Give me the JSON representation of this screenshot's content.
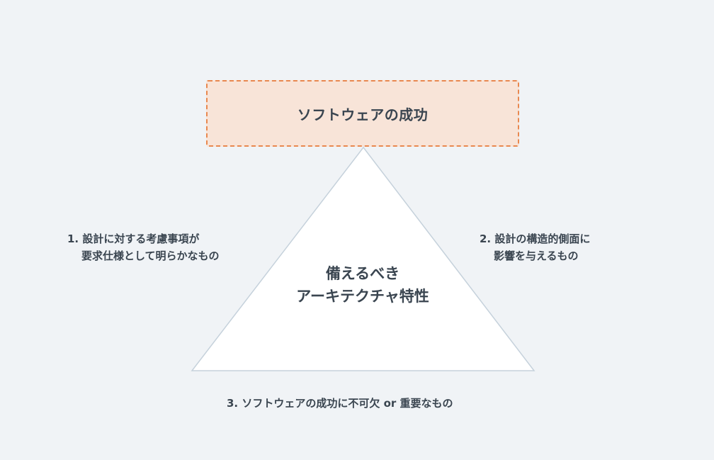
{
  "goal": {
    "label": "ソフトウェアの成功"
  },
  "center": {
    "line1": "備えるべき",
    "line2": "アーキテクチャ特性"
  },
  "notes": {
    "note1": {
      "line1": "1. 設計に対する考慮事項が",
      "line2": "要求仕様として明らかなもの"
    },
    "note2": {
      "line1": "2. 設計の構造的側面に",
      "line2": "影響を与えるもの"
    },
    "note3": {
      "line1": "3. ソフトウェアの成功に不可欠 or 重要なもの"
    }
  },
  "colors": {
    "background": "#f0f3f6",
    "goal_fill": "#f8e4d8",
    "goal_border": "#e9884f",
    "triangle_fill": "#ffffff",
    "triangle_stroke": "#c5d1db",
    "text": "#3a4550"
  }
}
